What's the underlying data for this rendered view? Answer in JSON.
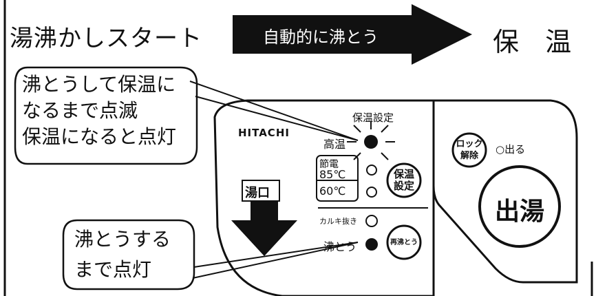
{
  "header": {
    "start_label": "湯沸かしスタート",
    "arrow_label": "自動的に沸とう",
    "end_label": "保 温"
  },
  "callouts": {
    "keep_warm_text": "沸とうして保温に\nなるまで点滅\n保温になると点灯",
    "boil_text": "沸とうする\nまで点灯"
  },
  "panel": {
    "brand": "HITACHI",
    "temp_setting_label": "保温設定",
    "high_temp_label": "高温",
    "eco_label": "節電",
    "temp_85_label": "85℃",
    "temp_60_label": "60℃",
    "spout_label": "湯口",
    "calc_removal_label": "カルキ抜き",
    "boil_label": "沸とう",
    "keep_warm_button_label": "保温\n設定",
    "reboil_button_label": "再沸とう",
    "lock_release_button_label": "ロック\n解除",
    "dispensing_label": "○出る",
    "dispense_button_label": "出湯"
  }
}
